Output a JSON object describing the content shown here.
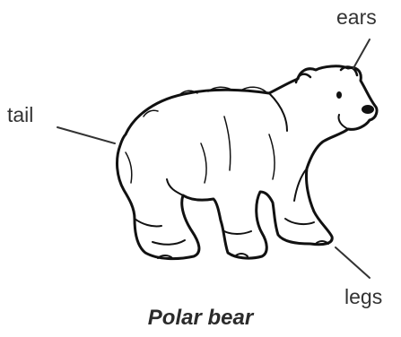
{
  "diagram": {
    "labels": {
      "ears": "ears",
      "tail": "tail",
      "legs": "legs"
    },
    "caption": "Polar bear"
  }
}
